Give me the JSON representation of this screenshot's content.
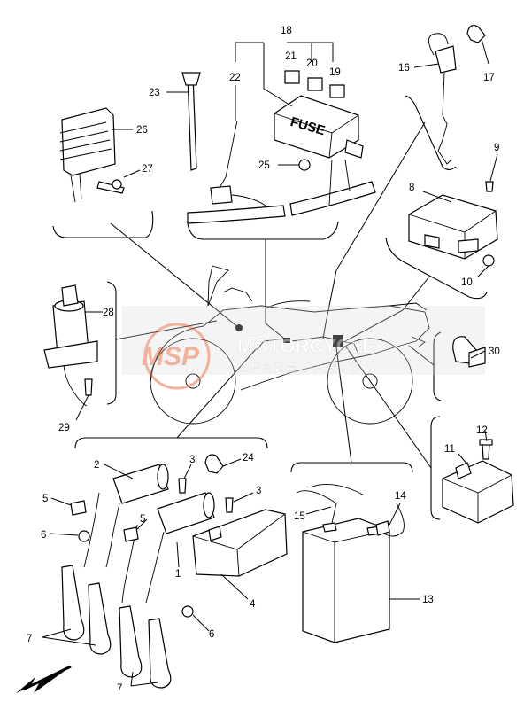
{
  "diagram": {
    "callouts": {
      "c1": "1",
      "c2": "2",
      "c3a": "3",
      "c3b": "3",
      "c4": "4",
      "c5a": "5",
      "c5b": "5",
      "c6a": "6",
      "c6b": "6",
      "c7a": "7",
      "c7b": "7",
      "c8": "8",
      "c9": "9",
      "c10": "10",
      "c11": "11",
      "c12": "12",
      "c13": "13",
      "c14": "14",
      "c15": "15",
      "c16": "16",
      "c17": "17",
      "c18": "18",
      "c19": "19",
      "c20": "20",
      "c21": "21",
      "c22": "22",
      "c23": "23",
      "c24": "24",
      "c25": "25",
      "c26": "26",
      "c27": "27",
      "c28": "28",
      "c29": "29",
      "c30": "30"
    },
    "fuse_box_text": "FUSE",
    "watermark": {
      "logo_text": "MSP",
      "line1": "MOTORCYCLE",
      "line2": "SPARE PARTS",
      "color": "#e8734a"
    }
  }
}
